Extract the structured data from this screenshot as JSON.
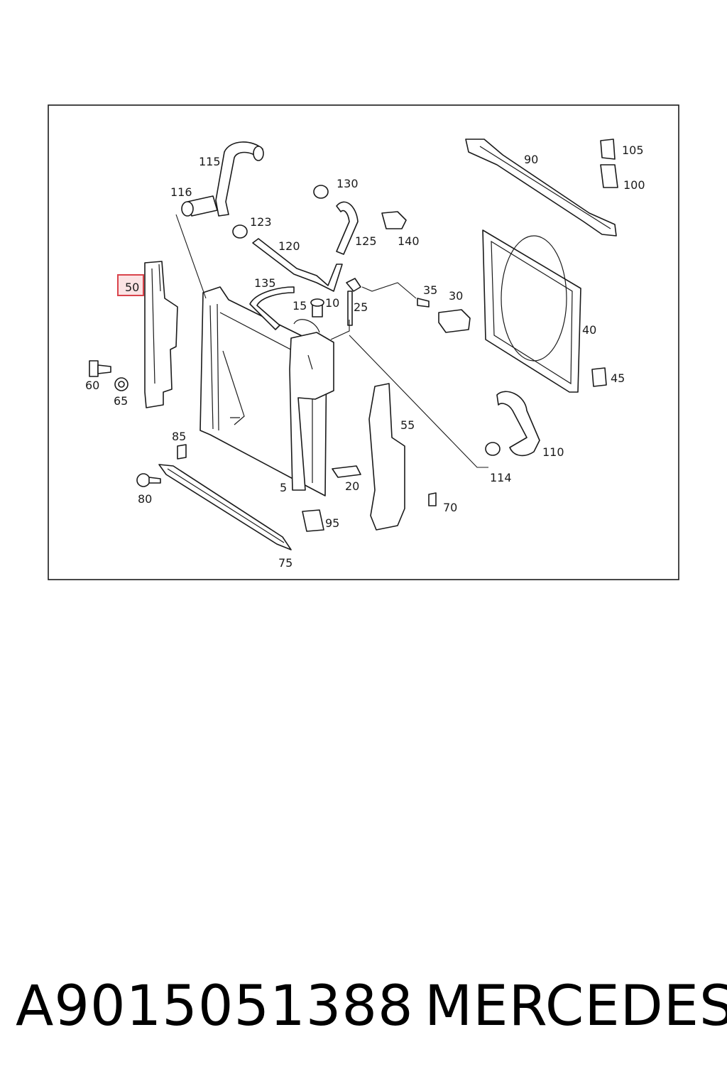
{
  "diagram": {
    "highlight_color": "#d9434b",
    "highlight_fill": "#fbe3e4",
    "line_color": "#1a1a1a",
    "highlighted_part": "50",
    "part_labels": {
      "p5": "5",
      "p10": "10",
      "p15": "15",
      "p20": "20",
      "p25": "25",
      "p30": "30",
      "p35": "35",
      "p40": "40",
      "p45": "45",
      "p50": "50",
      "p55": "55",
      "p60": "60",
      "p65": "65",
      "p70": "70",
      "p75": "75",
      "p80": "80",
      "p85": "85",
      "p90": "90",
      "p95": "95",
      "p100": "100",
      "p105": "105",
      "p110": "110",
      "p114": "114",
      "p115": "115",
      "p116": "116",
      "p120": "120",
      "p123": "123",
      "p125": "125",
      "p130": "130",
      "p135": "135",
      "p140": "140"
    }
  },
  "caption": {
    "part_number": "A9015051388",
    "brand": "MERCEDES"
  }
}
